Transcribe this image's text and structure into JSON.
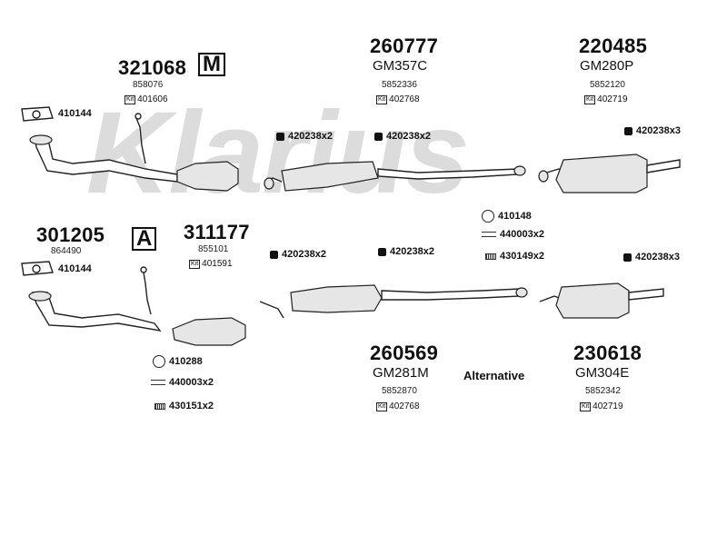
{
  "watermark": "Klarius",
  "groups": {
    "g321068": {
      "part": "321068",
      "oe": "858076",
      "kit": "401606"
    },
    "g260777": {
      "part": "260777",
      "gm": "GM357C",
      "oe": "5852336",
      "kit": "402768"
    },
    "g220485": {
      "part": "220485",
      "gm": "GM280P",
      "oe": "5852120",
      "kit": "402719"
    },
    "g301205": {
      "part": "301205",
      "oe": "864490"
    },
    "g311177": {
      "part": "311177",
      "oe": "855101",
      "kit": "401591"
    },
    "g260569": {
      "part": "260569",
      "gm": "GM281M",
      "oe": "5852870",
      "kit": "402768"
    },
    "g230618": {
      "part": "230618",
      "gm": "GM304E",
      "oe": "5852342",
      "kit": "402719"
    }
  },
  "icons": {
    "m_icon": "M",
    "a_icon": "A"
  },
  "kit_prefix": "Kit",
  "labels": {
    "gasket_top": "410144",
    "gasket_bottom": "410144",
    "clamp_top_1": "420238x2",
    "clamp_top_2": "420238x2",
    "clamp_top_3": "420238x3",
    "ring_mid": "410148",
    "bolt_mid": "440003x2",
    "nut_mid": "430149x2",
    "clamp_bot_1": "420238x2",
    "clamp_bot_2": "420238x2",
    "clamp_bot_3": "420238x3",
    "ring_low": "410288",
    "bolt_low": "440003x2",
    "nut_low": "430151x2"
  },
  "alternative": "Alternative"
}
